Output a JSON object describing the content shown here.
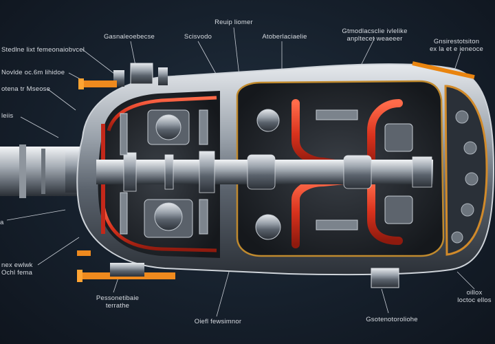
{
  "diagram": {
    "labels": [
      {
        "id": "top-left-1",
        "text": "Gasnaleoebecse"
      },
      {
        "id": "top-center-1",
        "text": "Scisvodo"
      },
      {
        "id": "top-center-2",
        "text": "Reuip liomer"
      },
      {
        "id": "top-center-3",
        "text": "Atoberlaciaelie"
      },
      {
        "id": "top-right-1",
        "text": "Gtmodlacsclie ivlelike"
      },
      {
        "id": "top-right-1b",
        "text": "anpltecet weaeeer"
      },
      {
        "id": "top-right-2",
        "text": "Gnsirestotsiton"
      },
      {
        "id": "top-right-2b",
        "text": "ex la et e ieneoce"
      },
      {
        "id": "left-1",
        "text": "Stedlne lixt femeonaiobvcel"
      },
      {
        "id": "left-2",
        "text": "Novlde oc.6m lihidoe"
      },
      {
        "id": "left-3",
        "text": "otena tr Mseose"
      },
      {
        "id": "left-4",
        "text": "leiis"
      },
      {
        "id": "left-5",
        "text": "a"
      },
      {
        "id": "left-6",
        "text": "nex ewlwk"
      },
      {
        "id": "left-6b",
        "text": "Ochl fema"
      },
      {
        "id": "bottom-1",
        "text": "Pessonetibaie"
      },
      {
        "id": "bottom-1b",
        "text": "terrathe"
      },
      {
        "id": "bottom-2",
        "text": "Oiefl fewsimnor"
      },
      {
        "id": "bottom-3",
        "text": "Gsotenotoroliohe"
      },
      {
        "id": "right-bottom-1",
        "text": "oillox"
      },
      {
        "id": "right-bottom-1b",
        "text": "loctoc ellos"
      }
    ]
  }
}
